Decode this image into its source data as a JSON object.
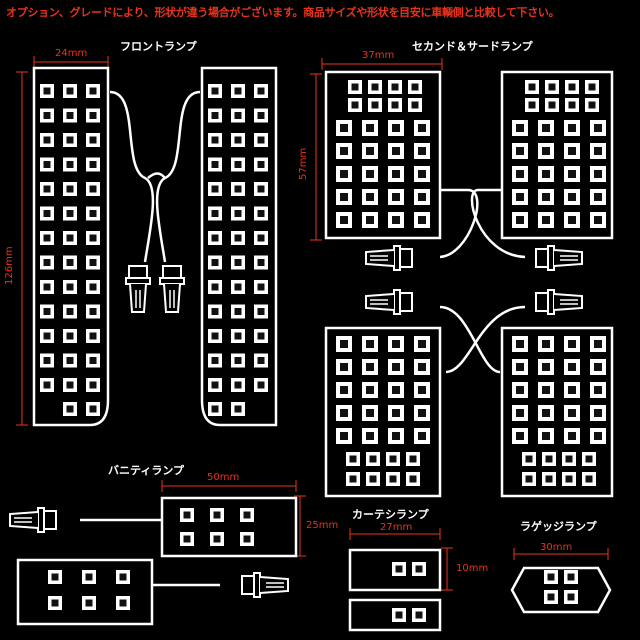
{
  "notice": "オプション、グレードにより、形状が違う場合がございます。商品サイズや形状を目安に車輌側と比較して下さい。",
  "sections": {
    "front": {
      "label": "フロントランプ",
      "width_dim": "24mm",
      "height_dim": "126mm"
    },
    "second_third": {
      "label": "セカンド＆サードランプ",
      "width_dim": "37mm",
      "height_dim": "57mm"
    },
    "vanity": {
      "label": "バニティランプ",
      "width_dim": "50mm",
      "height_dim": "25mm"
    },
    "courtesy": {
      "label": "カーテシランプ",
      "width_dim": "27mm",
      "height_dim": "10mm"
    },
    "luggage": {
      "label": "ラゲッジランプ",
      "width_dim": "30mm"
    }
  },
  "colors": {
    "dimension": "#e8331c",
    "outline": "#ffffff",
    "led": "#ffffff"
  }
}
